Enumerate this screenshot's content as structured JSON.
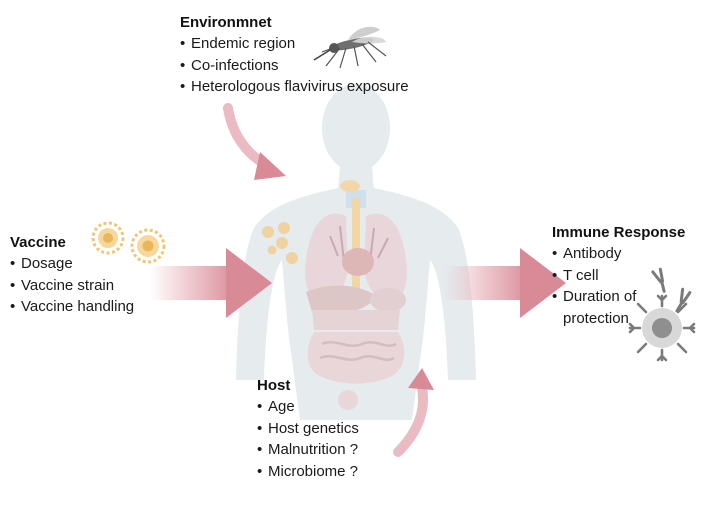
{
  "environment": {
    "title": "Environmnet",
    "items": [
      "Endemic region",
      "Co-infections",
      "Heterologous flavivirus exposure"
    ]
  },
  "vaccine": {
    "title": "Vaccine",
    "items": [
      "Dosage",
      "Vaccine strain",
      "Vaccine handling"
    ]
  },
  "immune_response": {
    "title": "Immune Response",
    "items": [
      "Antibody",
      "T cell"
    ],
    "duration_line1": "Duration of",
    "duration_line2": "protection"
  },
  "host": {
    "title": "Host",
    "items": [
      "Age",
      "Host genetics",
      "Malnutrition ?",
      "Microbiome ?"
    ]
  },
  "bullet": "•",
  "icons": {
    "mosquito": "mosquito-icon",
    "virus": "virus-particle-icon",
    "antibody": "antibody-icon",
    "t_cell": "t-cell-icon",
    "human": "human-body-illustration"
  },
  "colors": {
    "arrow": "#e8b4bc",
    "arrow_dark": "#d08894",
    "body": "#e6ebee",
    "lung": "#e9d6da",
    "virus": "#f0c674",
    "antibody": "#7a7a7a"
  }
}
